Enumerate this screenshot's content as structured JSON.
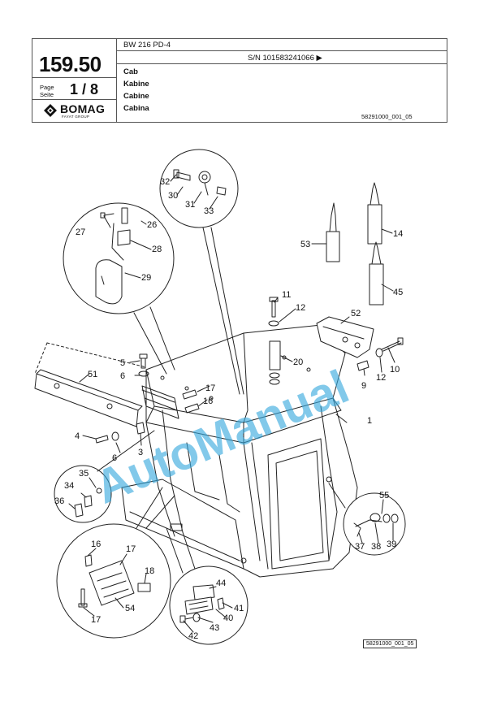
{
  "header": {
    "model": "BW 216 PD-4",
    "serial": "S/N 101583241066  ▶",
    "page_number": "159.50",
    "page_word_en": "Page",
    "page_word_de": "Seite",
    "page_fraction": "1 / 8",
    "brand": "BOMAG",
    "brand_sub": "FAYAT GROUP",
    "titles": [
      "Cab",
      "Kabine",
      "Cabine",
      "Cabina"
    ],
    "drawing_code": "58291000_001_05"
  },
  "callouts": {
    "c1": "1",
    "c3": "3",
    "c4": "4",
    "c5": "5",
    "c6a": "6",
    "c6b": "6",
    "c9": "9",
    "c10": "10",
    "c11": "11",
    "c12a": "12",
    "c12b": "12",
    "c14": "14",
    "c16a": "16",
    "c16b": "16",
    "c17a": "17",
    "c17b": "17",
    "c17c": "17",
    "c18": "18",
    "c20": "20",
    "c26": "26",
    "c27": "27",
    "c28": "28",
    "c29": "29",
    "c30": "30",
    "c31": "31",
    "c32": "32",
    "c33": "33",
    "c34": "34",
    "c35": "35",
    "c36": "36",
    "c37": "37",
    "c38": "38",
    "c39": "39",
    "c40": "40",
    "c41": "41",
    "c42": "42",
    "c43": "43",
    "c44": "44",
    "c45": "45",
    "c51": "51",
    "c52": "52",
    "c53": "53",
    "c54": "54",
    "c55": "55"
  },
  "watermark": "AutoManual",
  "footer": {
    "drawing_code": "58291000_001_05"
  }
}
